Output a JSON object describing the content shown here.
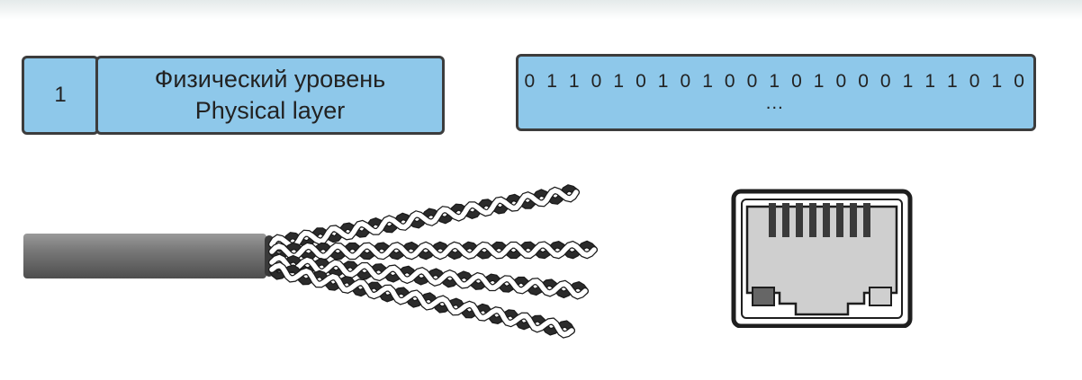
{
  "layer": {
    "number": "1",
    "name_ru": "Физический уровень",
    "name_en": "Physical layer"
  },
  "bitstream": "0 1 1 0 1 0 1 0 1 0 0 1 0 1 0  0 0 1 1 1 0 1 0 …",
  "illustrations": {
    "cable_icon": "twisted-pair-cable-icon",
    "port_icon": "rj45-port-icon"
  },
  "colors": {
    "box_fill": "#8ec8ea",
    "box_border": "#3c3c3c",
    "wire_dark": "#2b2b2b",
    "wire_light": "#ffffff",
    "jacket": "#6e6e6e"
  }
}
